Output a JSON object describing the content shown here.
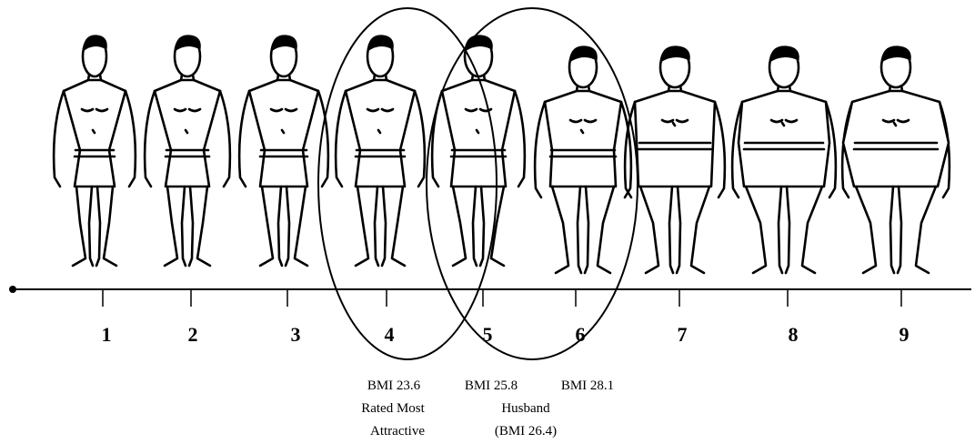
{
  "figure_numbers": [
    "1",
    "2",
    "3",
    "4",
    "5",
    "6",
    "7",
    "8",
    "9"
  ],
  "annotations": {
    "bmi_4": "BMI 23.6",
    "rated_line1": "Rated Most",
    "rated_line2": "Attractive",
    "bmi_5": "BMI 25.8",
    "husband": "Husband",
    "husband_bmi": "(BMI 26.4)",
    "bmi_6": "BMI 28.1"
  },
  "highlighted_figures": [
    "4",
    "5"
  ],
  "colors": {
    "line": "#000000",
    "background": "#ffffff"
  }
}
